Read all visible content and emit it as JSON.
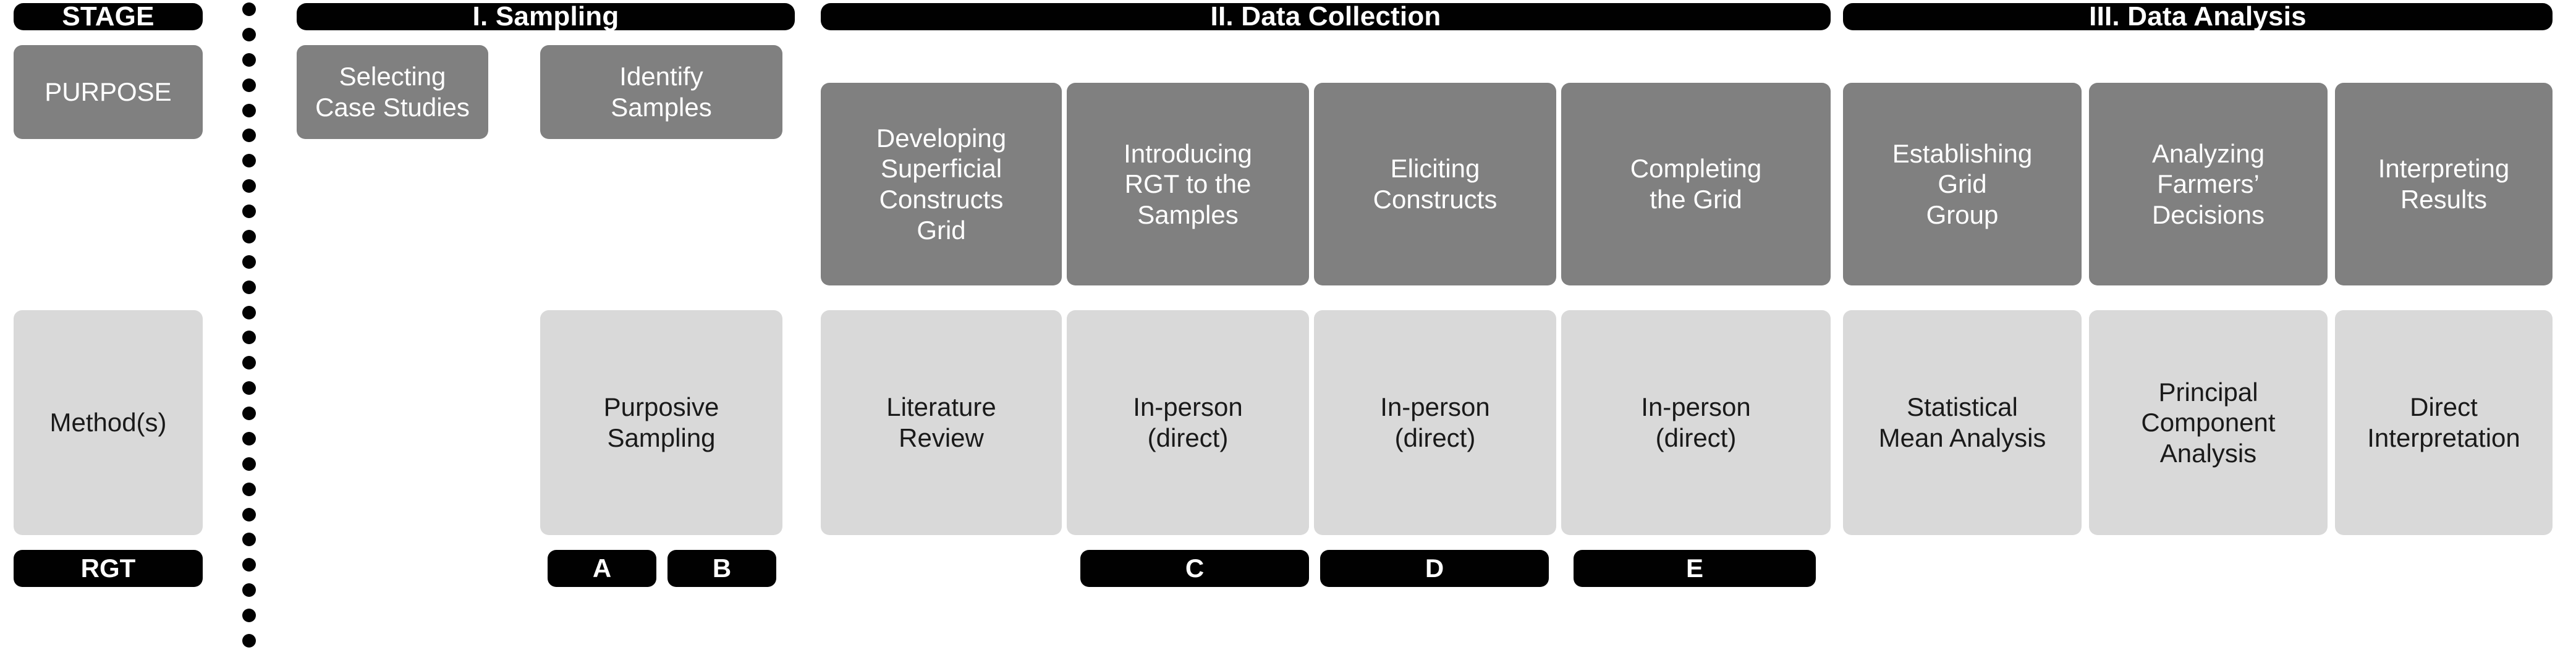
{
  "labels": {
    "stage": "STAGE",
    "purpose": "PURPOSE",
    "methods": "Method(s)",
    "rgt": "RGT"
  },
  "stages": [
    {
      "id": "sampling",
      "title": "I. Sampling",
      "steps": [
        {
          "purpose": "Selecting\nCase Studies",
          "method": "",
          "badge": "A"
        },
        {
          "purpose": "Identify\nSamples",
          "method": "Purposive\nSampling",
          "badge": "B"
        }
      ]
    },
    {
      "id": "data-collection",
      "title": "II. Data Collection",
      "steps": [
        {
          "purpose": "Developing\nSuperficial\nConstructs\nGrid",
          "method": "Literature\nReview",
          "badge": ""
        },
        {
          "purpose": "Introducing\nRGT to the\nSamples",
          "method": "In-person\n(direct)",
          "badge": "C"
        },
        {
          "purpose": "Eliciting\nConstructs",
          "method": "In-person\n(direct)",
          "badge": "D"
        },
        {
          "purpose": "Completing\nthe Grid",
          "method": "In-person\n(direct)",
          "badge": "E"
        }
      ]
    },
    {
      "id": "data-analysis",
      "title": "III. Data Analysis",
      "steps": [
        {
          "purpose": "Establishing\nGrid\nGroup",
          "method": "Statistical\nMean Analysis",
          "badge": ""
        },
        {
          "purpose": "Analyzing\nFarmers’\nDecisions",
          "method": "Principal\nComponent\nAnalysis",
          "badge": ""
        },
        {
          "purpose": "Interpreting\nResults",
          "method": "Direct\nInterpretation",
          "badge": ""
        }
      ]
    }
  ],
  "colors": {
    "header_bg": "#010101",
    "purpose_bg": "#808080",
    "method_bg": "#d9d9d9",
    "badge_bg": "#010101",
    "page_bg": "#ffffff",
    "purpose_text": "#ffffff",
    "method_text": "#1a1a1a"
  }
}
